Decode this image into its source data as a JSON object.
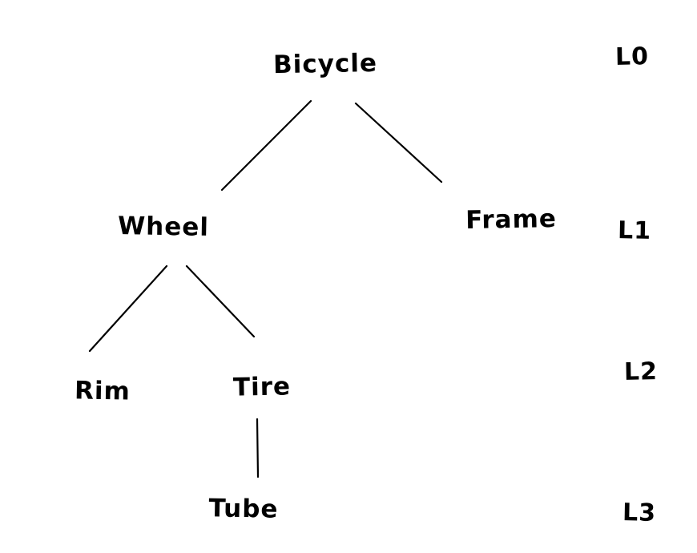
{
  "diagram": {
    "type": "tree",
    "ink_color": "#000000",
    "background_color": "#ffffff",
    "nodes": [
      {
        "id": "bicycle",
        "label": "Bicycle",
        "level": 0,
        "parent": null
      },
      {
        "id": "wheel",
        "label": "Wheel",
        "level": 1,
        "parent": "bicycle"
      },
      {
        "id": "frame",
        "label": "Frame",
        "level": 1,
        "parent": "bicycle"
      },
      {
        "id": "rim",
        "label": "Rim",
        "level": 2,
        "parent": "wheel"
      },
      {
        "id": "tire",
        "label": "Tire",
        "level": 2,
        "parent": "wheel"
      },
      {
        "id": "tube",
        "label": "Tube",
        "level": 3,
        "parent": "tire"
      }
    ],
    "edges": [
      {
        "from": "bicycle",
        "to": "wheel"
      },
      {
        "from": "bicycle",
        "to": "frame"
      },
      {
        "from": "wheel",
        "to": "rim"
      },
      {
        "from": "wheel",
        "to": "tire"
      },
      {
        "from": "tire",
        "to": "tube"
      }
    ],
    "level_labels": [
      {
        "label": "L0"
      },
      {
        "label": "L1"
      },
      {
        "label": "L2"
      },
      {
        "label": "L3"
      }
    ]
  }
}
